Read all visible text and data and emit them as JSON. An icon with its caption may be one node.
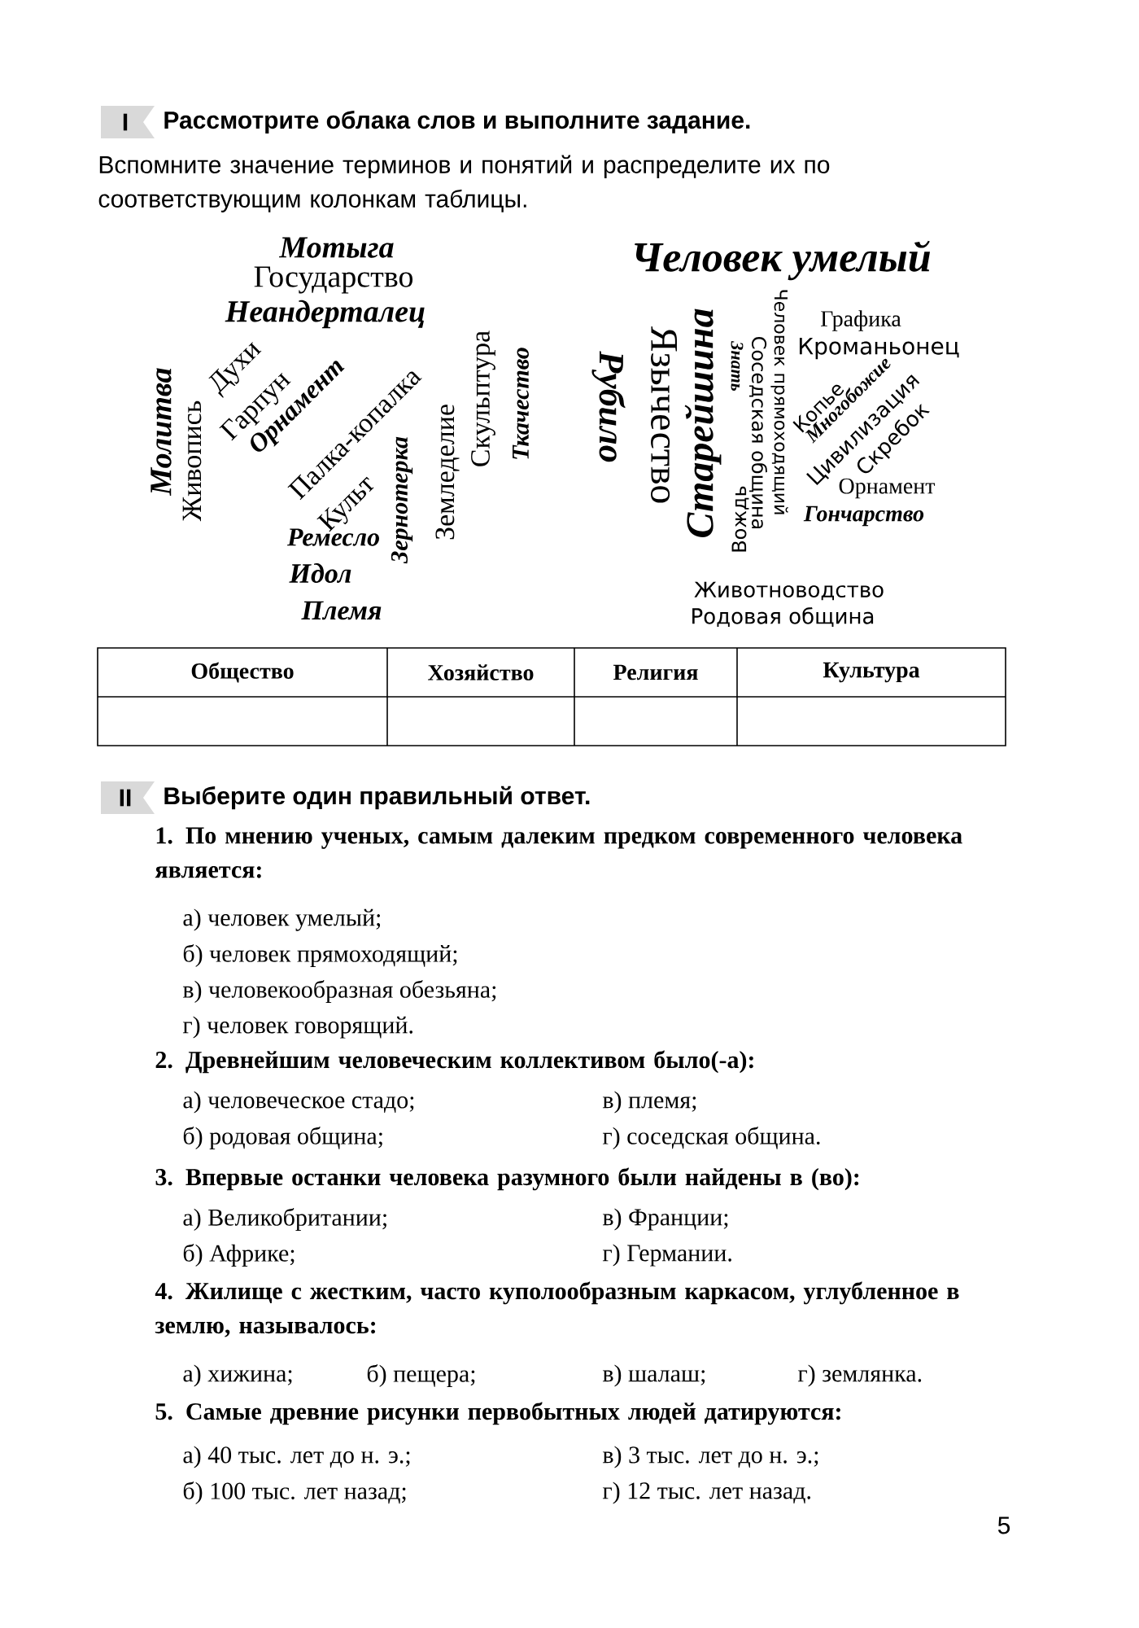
{
  "diagram": {
    "labels": [
      "I",
      "Рассмотрите облака слов и выполните задание.",
      "Вспомните значение терминов и понятий и распределите их по соответствующим колонкам таблицы.",
      "Мотыга",
      "Государство",
      "Неандерталец",
      "Молитва",
      "Живопись",
      "Духи",
      "Гарпун",
      "Орнамент",
      "Палка-копалка",
      "Культ",
      "Зернотерка",
      "Земледелие",
      "Скульптура",
      "Ткачество",
      "Ремесло",
      "Идол",
      "Племя",
      "Человек умелый",
      "Рубило",
      "Язычество",
      "Старейшина",
      "Знать",
      "Соседская община",
      "Вождь",
      "Человек прямоходящий",
      "Графика",
      "Кроманьонец",
      "Копье",
      "Многобожие",
      "Цивилизация",
      "Скребок",
      "Орнамент",
      "Гончарство",
      "Животноводство",
      "Родовая община",
      "Общество",
      "Хозяйство",
      "Религия",
      "Культура",
      "II",
      "Выберите один правильный ответ.",
      "1. По мнению ученых, самым далеким предком современного человека является:",
      "а) человек умелый;",
      "б) человек прямоходящий;",
      "в) человекообразная обезьяна;",
      "г) человек говорящий.",
      "2. Древнейшим человеческим коллективом было(-а):",
      "а) человеческое стадо;",
      "в) племя;",
      "б) родовая община;",
      "г) соседская община.",
      "3. Впервые останки человека разумного были найдены в (во):",
      "а) Великобритании;",
      "в) Франции;",
      "б) Африке;",
      "г) Германии.",
      "4. Жилище с жестким, часто куполообразным каркасом, углубленное в землю, называлось:",
      "а) хижина;",
      "б) пещера;",
      "в) шалаш;",
      "г) землянка.",
      "5. Самые древние рисунки первобытных людей датируются:",
      "а) 40 тыс. лет до н. э.;",
      "в) 3 тыс. лет до н. э.;",
      "б) 100 тыс. лет назад;",
      "г) 12 тыс. лет назад.",
      "5"
    ]
  }
}
